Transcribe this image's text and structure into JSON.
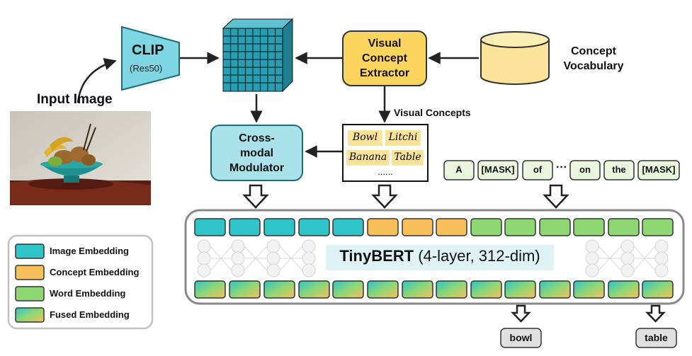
{
  "input": {
    "label": "Input Image"
  },
  "clip": {
    "title": "CLIP",
    "subtitle": "(Res50)"
  },
  "extractor": {
    "line1": "Visual",
    "line2": "Concept",
    "line3": "Extractor"
  },
  "vocabulary": {
    "line1": "Concept",
    "line2": "Vocabulary"
  },
  "visual_concepts_label": "Visual Concepts",
  "modulator": {
    "line1": "Cross-",
    "line2": "modal",
    "line3": "Modulator"
  },
  "concepts": {
    "c1": "Bowl",
    "c2": "Litchi",
    "c3": "Banana",
    "c4": "Table",
    "more": "......"
  },
  "tokens": [
    "A",
    "[MASK]",
    "of",
    "on",
    "the",
    "[MASK]"
  ],
  "tokens_ellipsis": "···",
  "tinybert": {
    "name": "TinyBERT",
    "spec": "(4-layer, 312-dim)"
  },
  "outputs": {
    "o1": "bowl",
    "o2": "table"
  },
  "legend": {
    "image": "Image Embedding",
    "concept": "Concept Embedding",
    "word": "Word Embedding",
    "fused": "Fused Embedding"
  },
  "colors": {
    "image": "#2ec4c8",
    "concept": "#f8c05a",
    "word": "#8fd675",
    "extractor": "#fbd55e",
    "modulator": "#a9e2ea",
    "clip": "#7dd6e2",
    "cube": "#2a9eb1",
    "token_fill": "#ebf6de",
    "sticky": "#fbe39a"
  }
}
